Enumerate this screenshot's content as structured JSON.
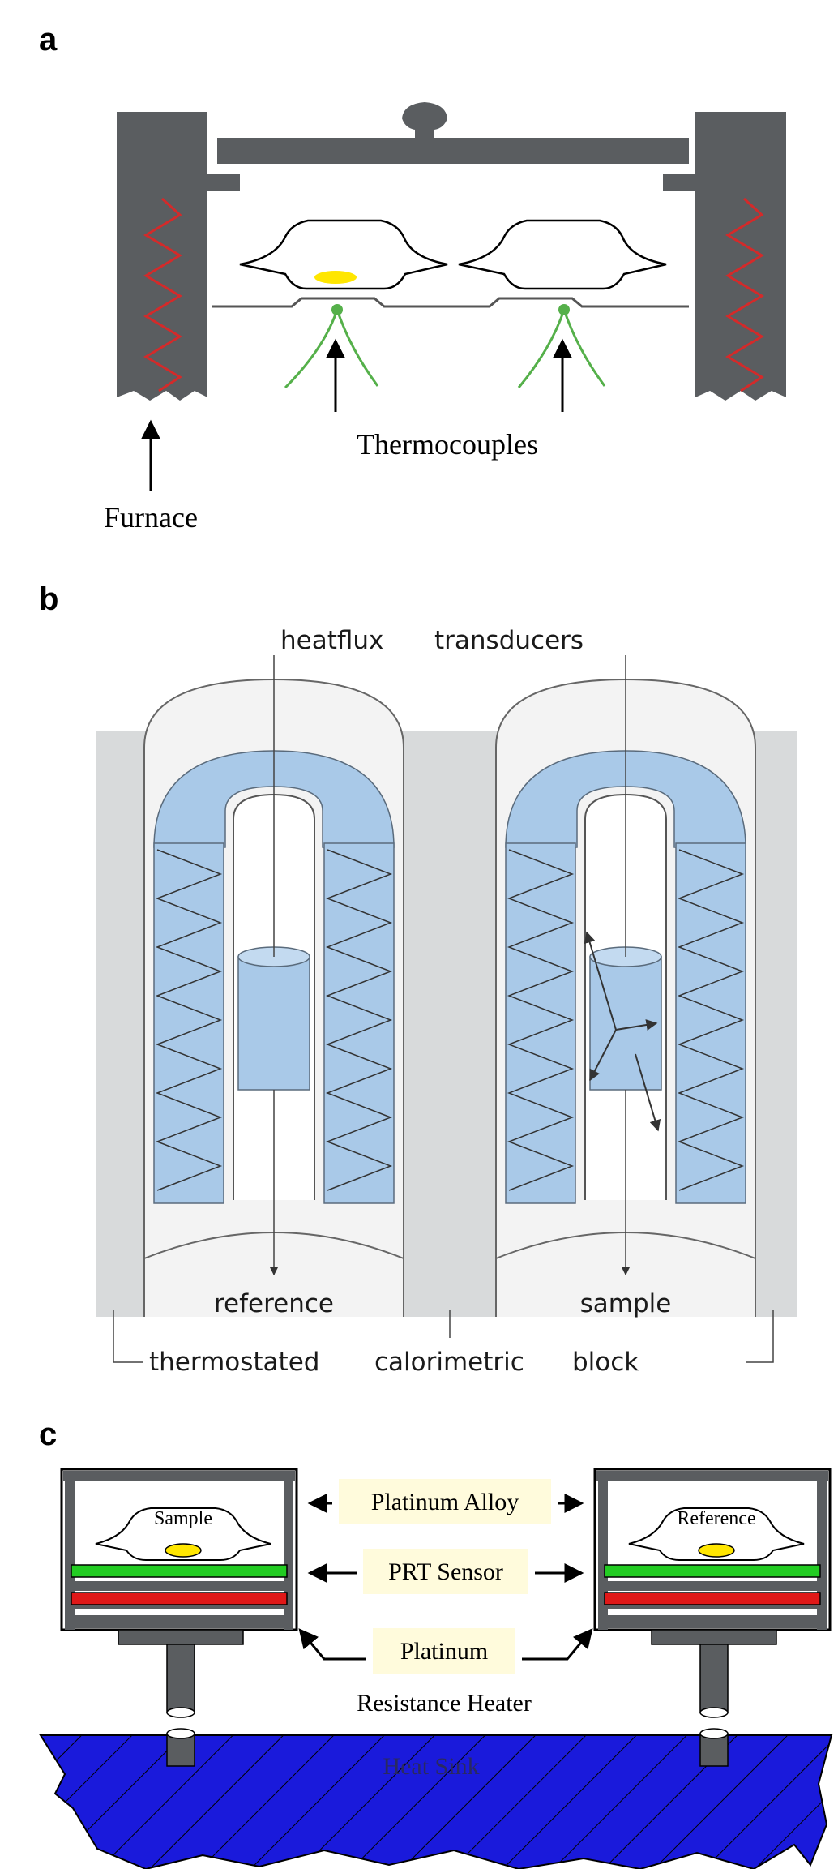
{
  "panels": {
    "a": {
      "letter": "a",
      "labels": {
        "thermocouples": "Thermocouples",
        "furnace": "Furnace"
      }
    },
    "b": {
      "letter": "b",
      "labels": {
        "heatflux": "heatflux",
        "transducers": "transducers",
        "reference": "reference",
        "sample": "sample",
        "thermostated": "thermostated",
        "calorimetric": "calorimetric",
        "block": "block"
      }
    },
    "c": {
      "letter": "c",
      "labels": {
        "sample": "Sample",
        "reference": "Reference",
        "platinum_alloy": "Platinum Alloy",
        "prt_sensor": "PRT Sensor",
        "platinum": "Platinum",
        "resistance_heater": "Resistance Heater",
        "heat_sink": "Heat Sink"
      }
    }
  },
  "colors": {
    "furnace_gray": "#5a5d60",
    "heater_red": "#d42a2a",
    "thermocouple_green": "#55b04a",
    "sample_yellow": "#ffe600",
    "cell_blue": "#a9c9e8",
    "block_gray": "#d8dadb",
    "sensor_green": "#22cc22",
    "heater_bar_red": "#e01818",
    "heat_sink_blue": "#1a1adb",
    "label_box": "#fffbdc"
  }
}
